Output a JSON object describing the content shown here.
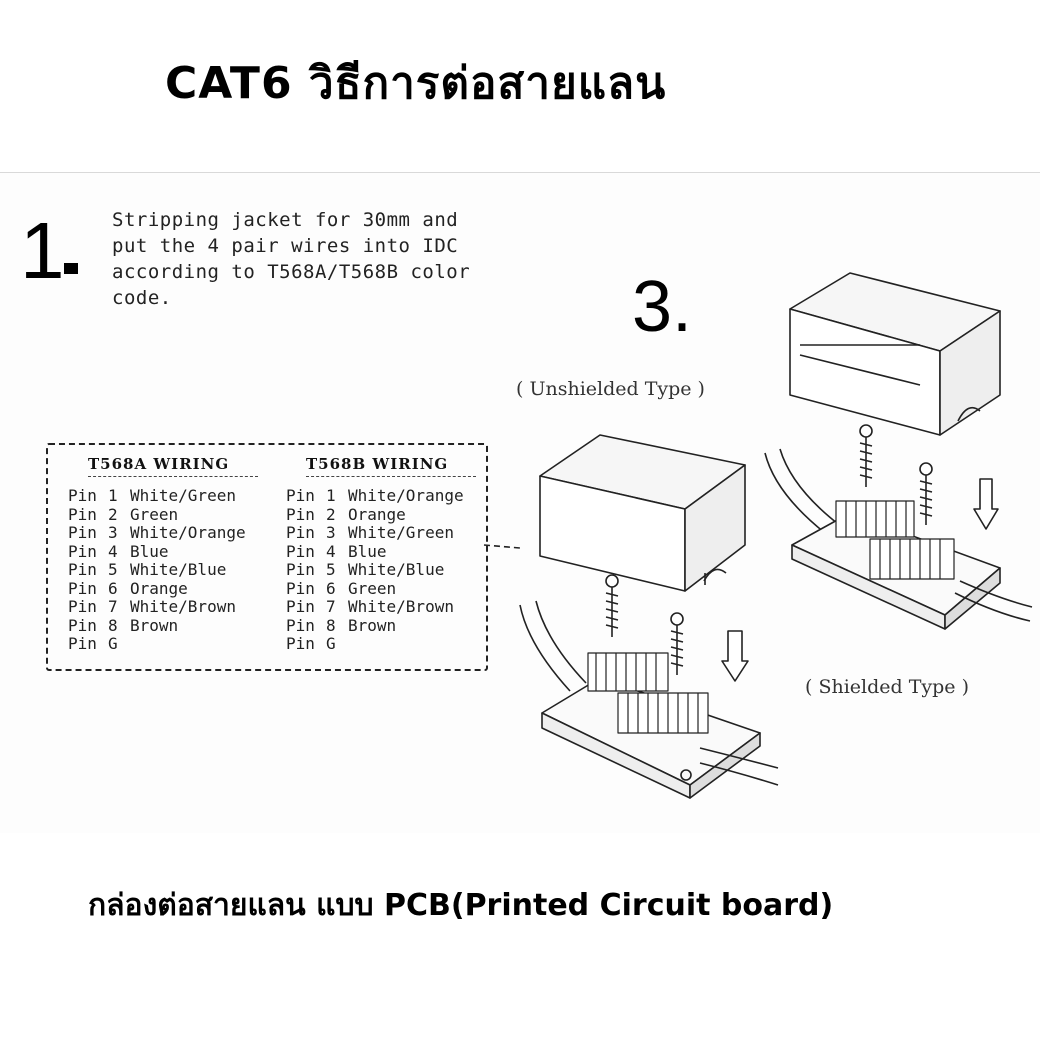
{
  "title": "CAT6 วิธีการต่อสายแลน",
  "step1": {
    "number": "1",
    "lines": [
      "Stripping jacket for 30mm and",
      "put the 4 pair wires into IDC",
      "according to T568A/T568B color",
      "code."
    ]
  },
  "step3": {
    "number": "3."
  },
  "labels": {
    "unshielded": "( Unshielded Type )",
    "shielded": "( Shielded Type )"
  },
  "wiring": {
    "t568a": {
      "heading": "T568A WIRING",
      "pins": [
        {
          "pin": "Pin",
          "num": "1",
          "color": "White/Green"
        },
        {
          "pin": "Pin",
          "num": "2",
          "color": "Green"
        },
        {
          "pin": "Pin",
          "num": "3",
          "color": "White/Orange"
        },
        {
          "pin": "Pin",
          "num": "4",
          "color": "Blue"
        },
        {
          "pin": "Pin",
          "num": "5",
          "color": "White/Blue"
        },
        {
          "pin": "Pin",
          "num": "6",
          "color": "Orange"
        },
        {
          "pin": "Pin",
          "num": "7",
          "color": "White/Brown"
        },
        {
          "pin": "Pin",
          "num": "8",
          "color": "Brown"
        },
        {
          "pin": "Pin",
          "num": "G",
          "color": ""
        }
      ]
    },
    "t568b": {
      "heading": "T568B WIRING",
      "pins": [
        {
          "pin": "Pin",
          "num": "1",
          "color": "White/Orange"
        },
        {
          "pin": "Pin",
          "num": "2",
          "color": "Orange"
        },
        {
          "pin": "Pin",
          "num": "3",
          "color": "White/Green"
        },
        {
          "pin": "Pin",
          "num": "4",
          "color": "Blue"
        },
        {
          "pin": "Pin",
          "num": "5",
          "color": "White/Blue"
        },
        {
          "pin": "Pin",
          "num": "6",
          "color": "Green"
        },
        {
          "pin": "Pin",
          "num": "7",
          "color": "White/Brown"
        },
        {
          "pin": "Pin",
          "num": "8",
          "color": "Brown"
        },
        {
          "pin": "Pin",
          "num": "G",
          "color": ""
        }
      ]
    }
  },
  "subtitle": "กล่องต่อสายแลน แบบ PCB(Printed Circuit board)"
}
